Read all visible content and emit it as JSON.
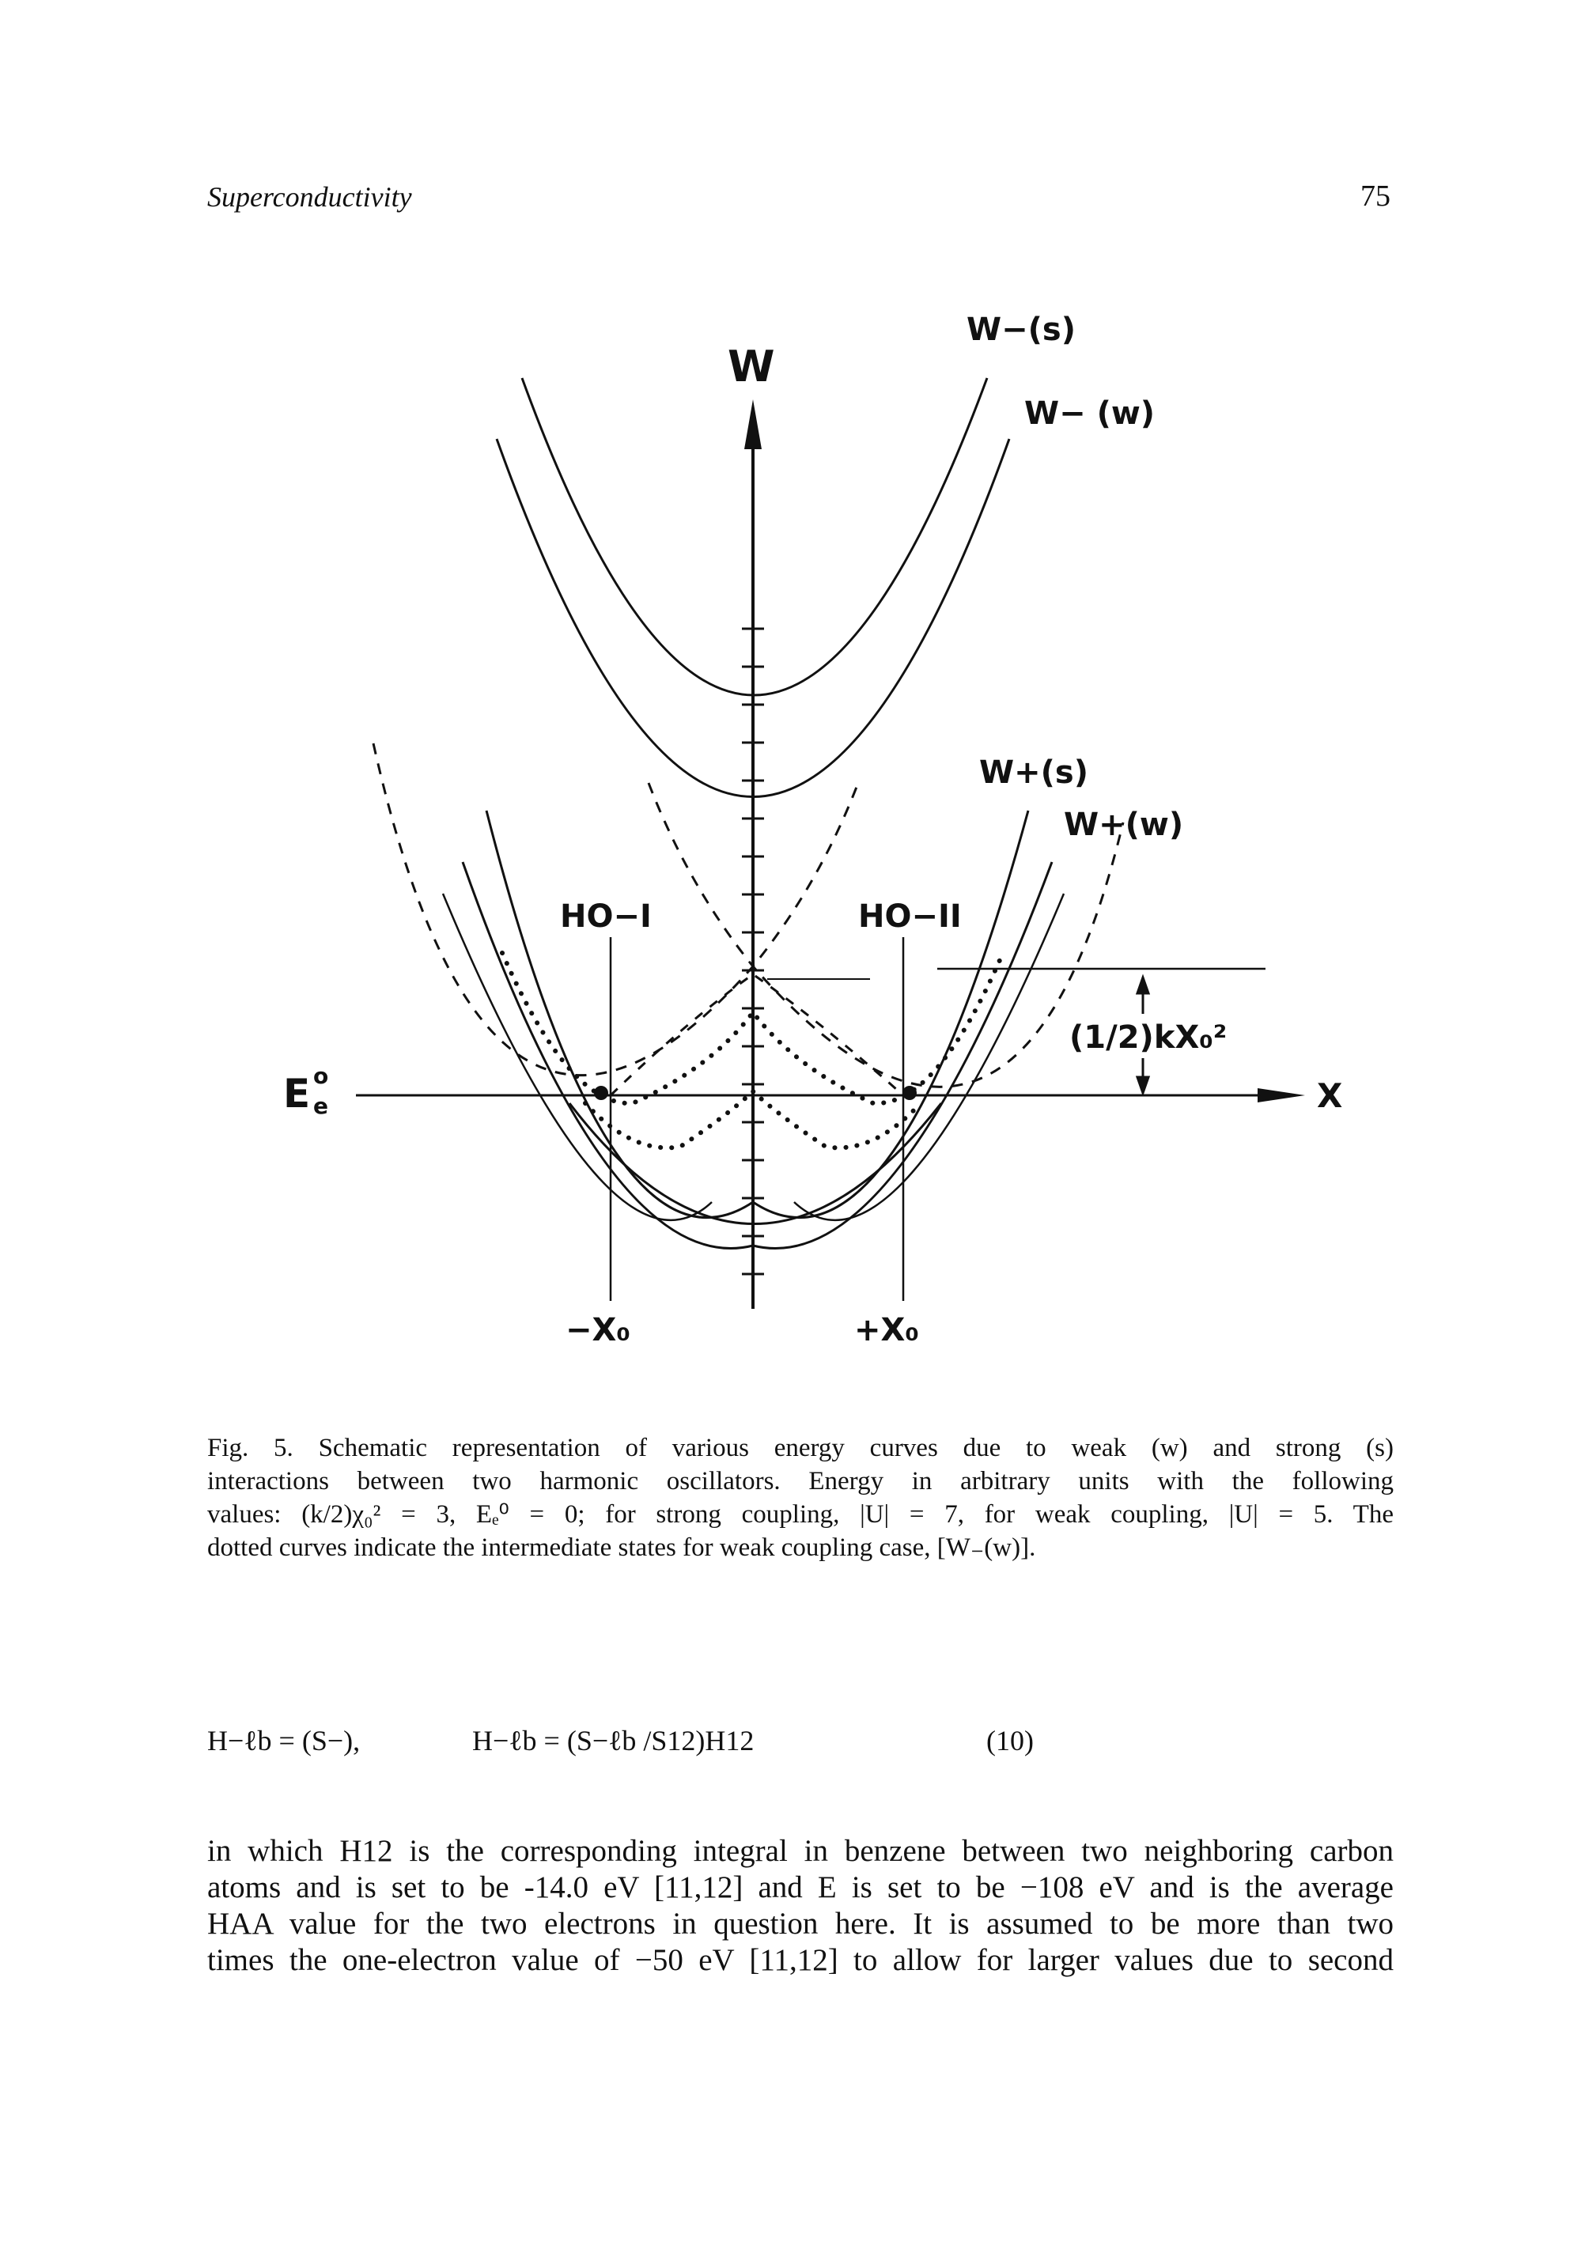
{
  "header": {
    "running_head": "Superconductivity",
    "page_number": "75"
  },
  "figure": {
    "labels": {
      "w_axis": "W",
      "x_axis": "X",
      "w_minus_s": "W−(s)",
      "w_minus_w": "W− (w)",
      "w_plus_s": "W+(s)",
      "w_plus_w": "W+(w)",
      "ho1": "HO−I",
      "ho2": "HO−II",
      "ee0": "E",
      "ee0_sup": "o",
      "ee0_sub": "e",
      "minus_x0": "−X₀",
      "plus_x0": "+X₀",
      "half_kx2": "(1/2)kX₀²"
    }
  },
  "caption": {
    "lines": [
      "Fig. 5. Schematic representation of various energy curves due to weak (w) and strong (s)",
      "interactions between two harmonic oscillators. Energy in arbitrary units with the following",
      "values: (k/2)χ₀² = 3, Eₑ⁰ = 0; for strong coupling, |U| = 7, for weak coupling, |U| = 5. The",
      "dotted curves indicate the intermediate states for weak coupling case, [W₋(w)]."
    ]
  },
  "equation": {
    "left": "H−ℓb = (S−),",
    "middle": "H−ℓb = (S−ℓb /S12)H12",
    "number": "(10)"
  },
  "body": {
    "lines": [
      "in which H12 is the corresponding integral in benzene between two neighboring carbon",
      "atoms and is set to be  -14.0 eV [11,12] and E is set to be −108 eV and is the average",
      "HAA value for the two electrons in question here. It is assumed to be more than two",
      "times the one-electron value of −50 eV [11,12] to allow for larger values due to second"
    ]
  }
}
